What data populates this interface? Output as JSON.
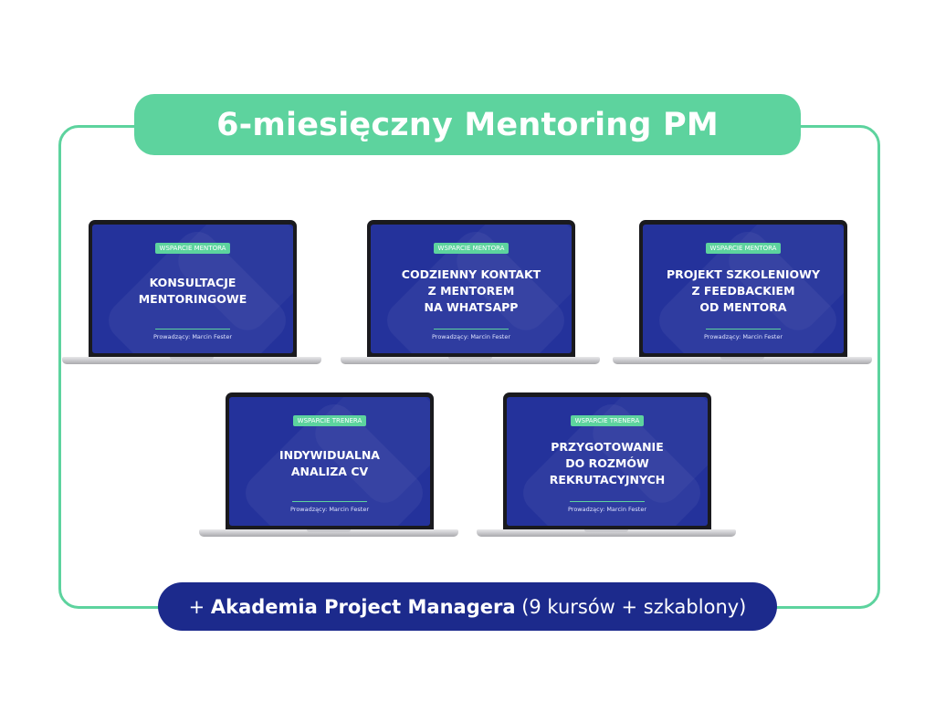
{
  "title": "6-miesięczny Mentoring PM",
  "footer": {
    "plus": "+ ",
    "bold": "Akademia Project Managera",
    "light": " (9 kursów + szkablony)"
  },
  "colors": {
    "green": "#5dd39e",
    "navy": "#1c2a8c",
    "screen": "#24329b"
  },
  "laptops": [
    {
      "badge": "WSPARCIE MENTORA",
      "title": "KONSULTACJE\nMENTORINGOWE",
      "author": "Prowadzący: Marcin Fester"
    },
    {
      "badge": "WSPARCIE MENTORA",
      "title": "CODZIENNY KONTAKT\nZ MENTOREM\nNA WHATSAPP",
      "author": "Prowadzący: Marcin Fester"
    },
    {
      "badge": "WSPARCIE MENTORA",
      "title": "PROJEKT SZKOLENIOWY\nZ  FEEDBACKIEM\nOD MENTORA",
      "author": "Prowadzący: Marcin Fester"
    },
    {
      "badge": "WSPARCIE TRENERA",
      "title": "INDYWIDUALNA\nANALIZA CV",
      "author": "Prowadzący: Marcin Fester"
    },
    {
      "badge": "WSPARCIE TRENERA",
      "title": "PRZYGOTOWANIE\nDO ROZMÓW\nREKRUTACYJNYCH",
      "author": "Prowadzący: Marcin Fester"
    }
  ]
}
